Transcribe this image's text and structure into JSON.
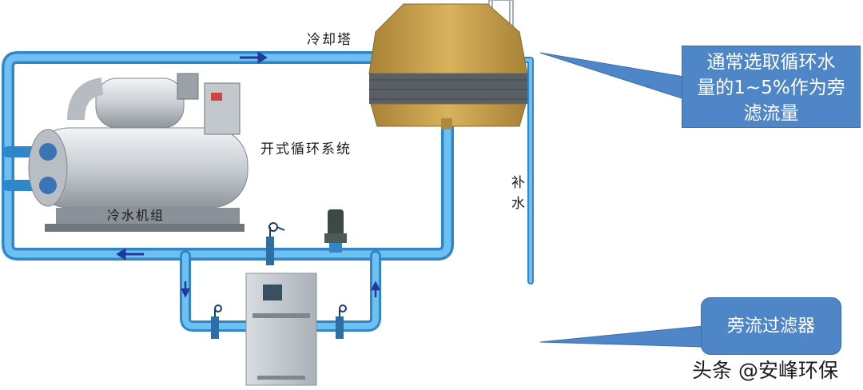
{
  "labels": {
    "cooling_tower": "冷却塔",
    "open_system": "开式循环系统",
    "chiller": "冷水机组",
    "makeup_water": "补水",
    "makeup_water_chars": [
      "补",
      "水"
    ]
  },
  "callouts": {
    "rate_lines": [
      "通常选取循环水",
      "量的1~5%作为旁",
      "滤流量"
    ],
    "filter": "旁流过滤器"
  },
  "watermark": "头条 @安峰环保",
  "colors": {
    "pipe": "#5aaee8",
    "pipe_edge": "#2f86c9",
    "flow_arrow": "#1f3a9a",
    "tower_body": "#c9a14a",
    "callout_fill": "#4f86c8"
  }
}
